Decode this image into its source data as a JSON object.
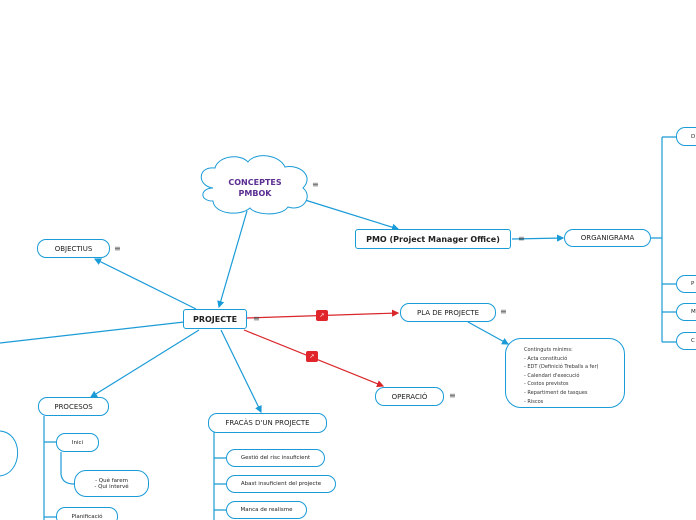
{
  "root": {
    "line1": "CONCEPTES",
    "line2": "PMBOK"
  },
  "nodes": {
    "projecte": "PROJECTE",
    "pmo": "PMO (Project Manager Office)",
    "organigrama": "ORGANIGRAMA",
    "objectius": "OBJECTIUS",
    "pla": "PLA DE PROJECTE",
    "operacio": "OPERACIÓ",
    "procesos": "PROCESOS",
    "fracas": "FRACÀS D'UN PROJECTE",
    "inici": "Inici",
    "planificacio": "Planificació"
  },
  "inici_note": [
    "- Què farem",
    "- Qui intervé"
  ],
  "fracas_items": [
    "Gestió del risc insuficient",
    "Abast insuficient del projecte",
    "Manca de realisme"
  ],
  "pla_note": [
    "Continguts mínims:",
    "- Acta constitució",
    "- EDT (Definició Treballs a fer)",
    "- Calendari d'execució",
    "- Costos previstos",
    "- Repartiment de tasques",
    "- Riscos"
  ],
  "org_children": [
    "D",
    "P",
    "M",
    "C"
  ],
  "badges": {
    "pla": "↗",
    "operacio": "↗"
  },
  "colors": {
    "connector": "#1a9bd7",
    "relationship": "#d9262b",
    "root_text": "#5a2d91"
  }
}
